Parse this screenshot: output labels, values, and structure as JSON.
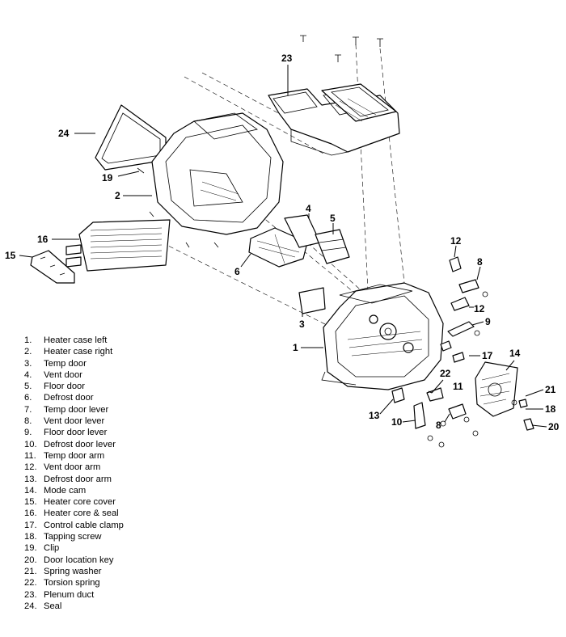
{
  "callouts": [
    {
      "id": "c23",
      "text": "23"
    },
    {
      "id": "c24",
      "text": "24"
    },
    {
      "id": "c19",
      "text": "19"
    },
    {
      "id": "c2",
      "text": "2"
    },
    {
      "id": "c16",
      "text": "16"
    },
    {
      "id": "c15",
      "text": "15"
    },
    {
      "id": "c4",
      "text": "4"
    },
    {
      "id": "c5",
      "text": "5"
    },
    {
      "id": "c6",
      "text": "6"
    },
    {
      "id": "c12a",
      "text": "12"
    },
    {
      "id": "c8a",
      "text": "8"
    },
    {
      "id": "c12b",
      "text": "12"
    },
    {
      "id": "c9",
      "text": "9"
    },
    {
      "id": "c3",
      "text": "3"
    },
    {
      "id": "c1",
      "text": "1"
    },
    {
      "id": "c17",
      "text": "17"
    },
    {
      "id": "c14",
      "text": "14"
    },
    {
      "id": "c22",
      "text": "22"
    },
    {
      "id": "c11",
      "text": "11"
    },
    {
      "id": "c21",
      "text": "21"
    },
    {
      "id": "c18",
      "text": "18"
    },
    {
      "id": "c13",
      "text": "13"
    },
    {
      "id": "c10",
      "text": "10"
    },
    {
      "id": "c8b",
      "text": "8"
    },
    {
      "id": "c20",
      "text": "20"
    }
  ],
  "legend": [
    {
      "num": "1.",
      "label": "Heater case left"
    },
    {
      "num": "2.",
      "label": "Heater case right"
    },
    {
      "num": "3.",
      "label": "Temp door"
    },
    {
      "num": "4.",
      "label": "Vent door"
    },
    {
      "num": "5.",
      "label": "Floor door"
    },
    {
      "num": "6.",
      "label": "Defrost door"
    },
    {
      "num": "7.",
      "label": "Temp door lever"
    },
    {
      "num": "8.",
      "label": "Vent door lever"
    },
    {
      "num": "9.",
      "label": "Floor door lever"
    },
    {
      "num": "10.",
      "label": "Defrost door lever"
    },
    {
      "num": "11.",
      "label": "Temp door arm"
    },
    {
      "num": "12.",
      "label": "Vent door arm"
    },
    {
      "num": "13.",
      "label": "Defrost door arm"
    },
    {
      "num": "14.",
      "label": "Mode cam"
    },
    {
      "num": "15.",
      "label": "Heater core cover"
    },
    {
      "num": "16.",
      "label": "Heater core & seal"
    },
    {
      "num": "17.",
      "label": "Control cable clamp"
    },
    {
      "num": "18.",
      "label": "Tapping screw"
    },
    {
      "num": "19.",
      "label": "Clip"
    },
    {
      "num": "20.",
      "label": "Door location key"
    },
    {
      "num": "21.",
      "label": "Spring washer"
    },
    {
      "num": "22.",
      "label": "Torsion spring"
    },
    {
      "num": "23.",
      "label": "Plenum duct"
    },
    {
      "num": "24.",
      "label": "Seal"
    }
  ]
}
